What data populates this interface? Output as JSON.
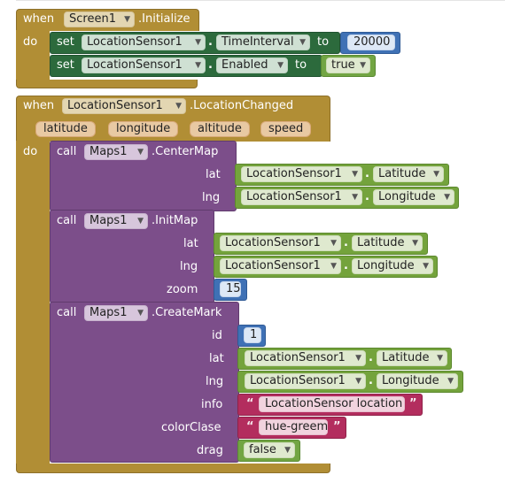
{
  "screen_init": {
    "when": "when",
    "component": "Screen1",
    "event": ".Initialize",
    "do": "do",
    "set1": {
      "set": "set",
      "component": "LocationSensor1",
      "dot": ".",
      "property": "TimeInterval",
      "to": "to",
      "value": "20000"
    },
    "set2": {
      "set": "set",
      "component": "LocationSensor1",
      "dot": ".",
      "property": "Enabled",
      "to": "to",
      "value": "true"
    }
  },
  "loc_changed": {
    "when": "when",
    "component": "LocationSensor1",
    "event": ".LocationChanged",
    "params": [
      "latitude",
      "longitude",
      "altitude",
      "speed"
    ],
    "do": "do",
    "center_map": {
      "call": "call",
      "component": "Maps1",
      "method": ".CenterMap",
      "lat_label": "lat",
      "lng_label": "lng",
      "lat": {
        "component": "LocationSensor1",
        "dot": ".",
        "property": "Latitude"
      },
      "lng": {
        "component": "LocationSensor1",
        "dot": ".",
        "property": "Longitude"
      }
    },
    "init_map": {
      "call": "call",
      "component": "Maps1",
      "method": ".InitMap",
      "lat_label": "lat",
      "lng_label": "lng",
      "zoom_label": "zoom",
      "lat": {
        "component": "LocationSensor1",
        "dot": ".",
        "property": "Latitude"
      },
      "lng": {
        "component": "LocationSensor1",
        "dot": ".",
        "property": "Longitude"
      },
      "zoom": "15"
    },
    "create_mark": {
      "call": "call",
      "component": "Maps1",
      "method": ".CreateMark",
      "id_label": "id",
      "lat_label": "lat",
      "lng_label": "lng",
      "info_label": "info",
      "color_label": "colorClase",
      "drag_label": "drag",
      "id": "1",
      "lat": {
        "component": "LocationSensor1",
        "dot": ".",
        "property": "Latitude"
      },
      "lng": {
        "component": "LocationSensor1",
        "dot": ".",
        "property": "Longitude"
      },
      "info": "LocationSensor location",
      "color": "hue-greem",
      "drag": "false",
      "quote": "“",
      "quote_close": "”"
    }
  },
  "colors": {
    "event": "#b18e35",
    "component_set": "#2c6a3c",
    "number": "#3f71b5",
    "logic": "#72a543",
    "component_get": "#74a33c",
    "maps_call": "#7c4e8a",
    "text": "#b32d5e"
  },
  "icons": {
    "dropdown": "dropdown-triangle-icon"
  }
}
